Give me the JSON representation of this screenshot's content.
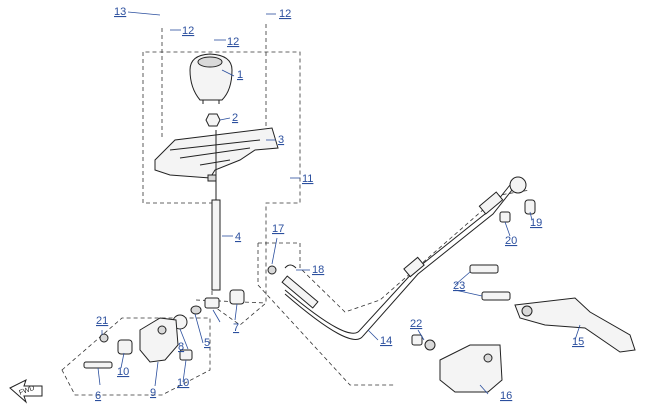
{
  "labels": [
    "13",
    "12",
    "12",
    "12",
    "1",
    "2",
    "3",
    "11",
    "4",
    "7",
    "5",
    "8",
    "21",
    "10",
    "6",
    "9",
    "10",
    "17",
    "18",
    "14",
    "22",
    "16",
    "23",
    "15",
    "19",
    "20"
  ],
  "fwd_label": "FWD"
}
